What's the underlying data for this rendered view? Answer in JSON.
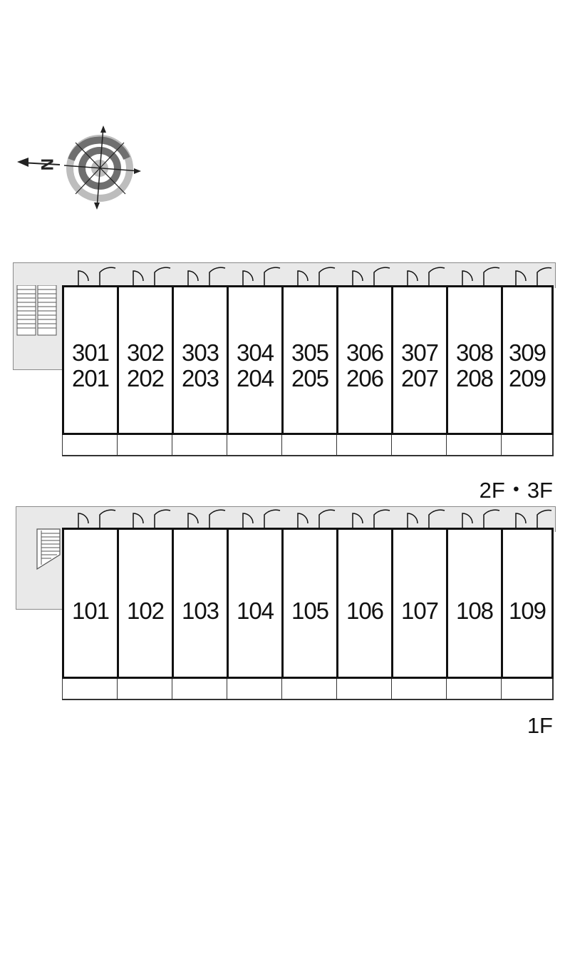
{
  "compass": {
    "north_letter": "N"
  },
  "floors": [
    {
      "label": "2F・3F",
      "units": [
        {
          "upper": "301",
          "lower": "201"
        },
        {
          "upper": "302",
          "lower": "202"
        },
        {
          "upper": "303",
          "lower": "203"
        },
        {
          "upper": "304",
          "lower": "204"
        },
        {
          "upper": "305",
          "lower": "205"
        },
        {
          "upper": "306",
          "lower": "206"
        },
        {
          "upper": "307",
          "lower": "207"
        },
        {
          "upper": "308",
          "lower": "208"
        },
        {
          "upper": "309",
          "lower": "209"
        }
      ]
    },
    {
      "label": "1F",
      "units": [
        {
          "upper": "101"
        },
        {
          "upper": "102"
        },
        {
          "upper": "103"
        },
        {
          "upper": "104"
        },
        {
          "upper": "105"
        },
        {
          "upper": "106"
        },
        {
          "upper": "107"
        },
        {
          "upper": "108"
        },
        {
          "upper": "109"
        }
      ]
    }
  ],
  "colors": {
    "corridor": "#e9e9e9",
    "wall": "#111111",
    "outline": "#8a8a8a"
  }
}
